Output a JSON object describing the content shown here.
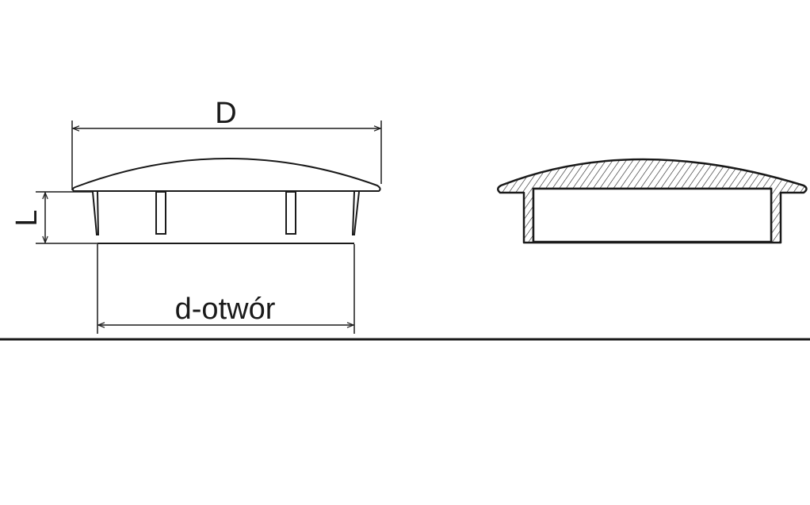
{
  "labels": {
    "outer_diameter": "D",
    "length": "L",
    "hole_diameter": "d-otwór"
  },
  "colors": {
    "line": "#1a1a1a",
    "background": "#ffffff"
  }
}
